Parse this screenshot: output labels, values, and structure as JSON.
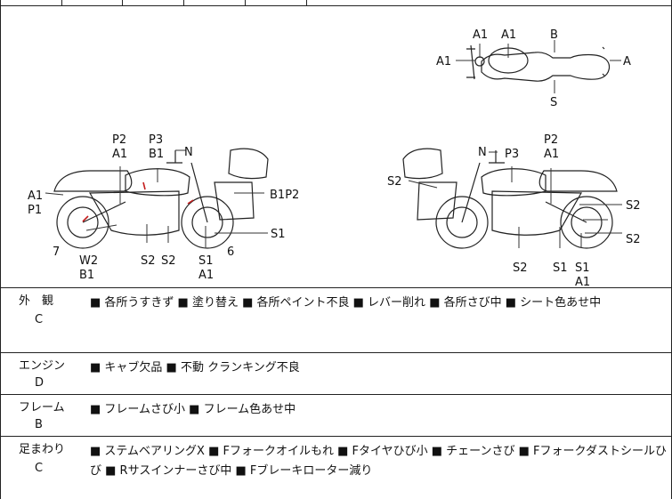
{
  "diagram": {
    "top_view": [
      "A1",
      "A1",
      "A1",
      "B",
      "A",
      "S"
    ],
    "left_view": [
      "P2",
      "A1",
      "P3",
      "B1",
      "N",
      "A1",
      "P1",
      "B1P2",
      "7",
      "W2",
      "B1",
      "S2",
      "S2",
      "S1",
      "A1",
      "6",
      "S1"
    ],
    "right_view": [
      "N",
      "P3",
      "P2",
      "A1",
      "S2",
      "S2",
      "S2",
      "S2",
      "S1",
      "S1",
      "A1"
    ]
  },
  "sections": [
    {
      "category": "外　観",
      "grade": "C",
      "notes": "■ 各所うすきず ■ 塗り替え ■ 各所ペイント不良 ■ レバー削れ ■ 各所さび中 ■ シート色あせ中"
    },
    {
      "category": "エンジン",
      "grade": "D",
      "notes": "■ キャブ欠品 ■ 不動 クランキング不良"
    },
    {
      "category": "フレーム",
      "grade": "B",
      "notes": "■ フレームさび小 ■ フレーム色あせ中"
    },
    {
      "category": "足まわり",
      "grade": "C",
      "notes": "■ ステムベアリングX ■ Fフォークオイルもれ ■ Fタイヤひび小 ■ チェーンさび ■ Fフォークダストシールひび ■ Rサスインナーさび中 ■ Fブレーキローター減り"
    }
  ]
}
